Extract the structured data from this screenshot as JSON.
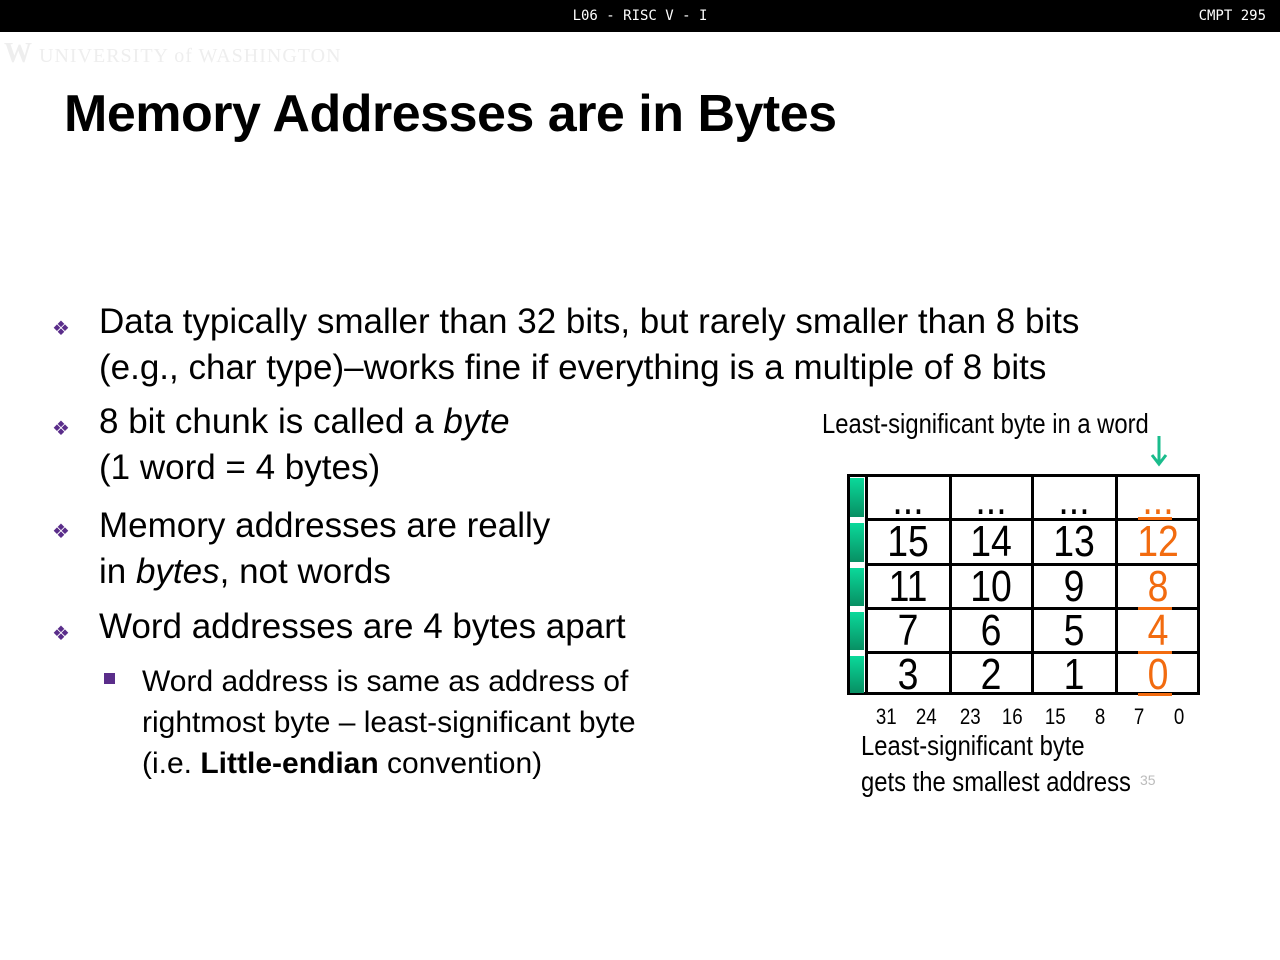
{
  "header": {
    "title": "L06 - RISC V - I",
    "course": "CMPT 295"
  },
  "logo": "UNIVERSITY of WASHINGTON",
  "slide": {
    "title": "Memory Addresses are in Bytes",
    "bullets": [
      {
        "lines": [
          "Data typically smaller than 32 bits, but rarely smaller than 8 bits",
          "(e.g., char type)–works fine if everything is a multiple of 8 bits"
        ]
      },
      {
        "pre": "8 bit chunk is called a ",
        "em": "byte",
        "line2": "(1 word = 4 bytes)"
      },
      {
        "line1": "Memory addresses are really",
        "pre": "in ",
        "em": "bytes",
        "post": ", not words"
      },
      {
        "line1": "Word addresses are 4 bytes apart"
      }
    ],
    "sub_bullet": {
      "line1": "Word address is same as address of",
      "line2": "rightmost byte – least-significant byte",
      "pre": "(i.e. ",
      "bold": "Little-endian",
      "post": " convention)"
    },
    "page_number": "35"
  },
  "diagram": {
    "top_label": "Least-significant byte in a word",
    "rows": [
      [
        "...",
        "...",
        "...",
        "..."
      ],
      [
        "15",
        "14",
        "13",
        "12"
      ],
      [
        "11",
        "10",
        "9",
        "8"
      ],
      [
        "7",
        "6",
        "5",
        "4"
      ],
      [
        "3",
        "2",
        "1",
        "0"
      ]
    ],
    "bit_labels": [
      "31",
      "24",
      "23",
      "16",
      "15",
      "8",
      "7",
      "0"
    ],
    "bottom_label_1": "Least-significant byte",
    "bottom_label_2": "gets the smallest address",
    "colors": {
      "highlight": "#f26b0f",
      "arrow": "#1abc8c",
      "bar": "#0ab884"
    }
  }
}
